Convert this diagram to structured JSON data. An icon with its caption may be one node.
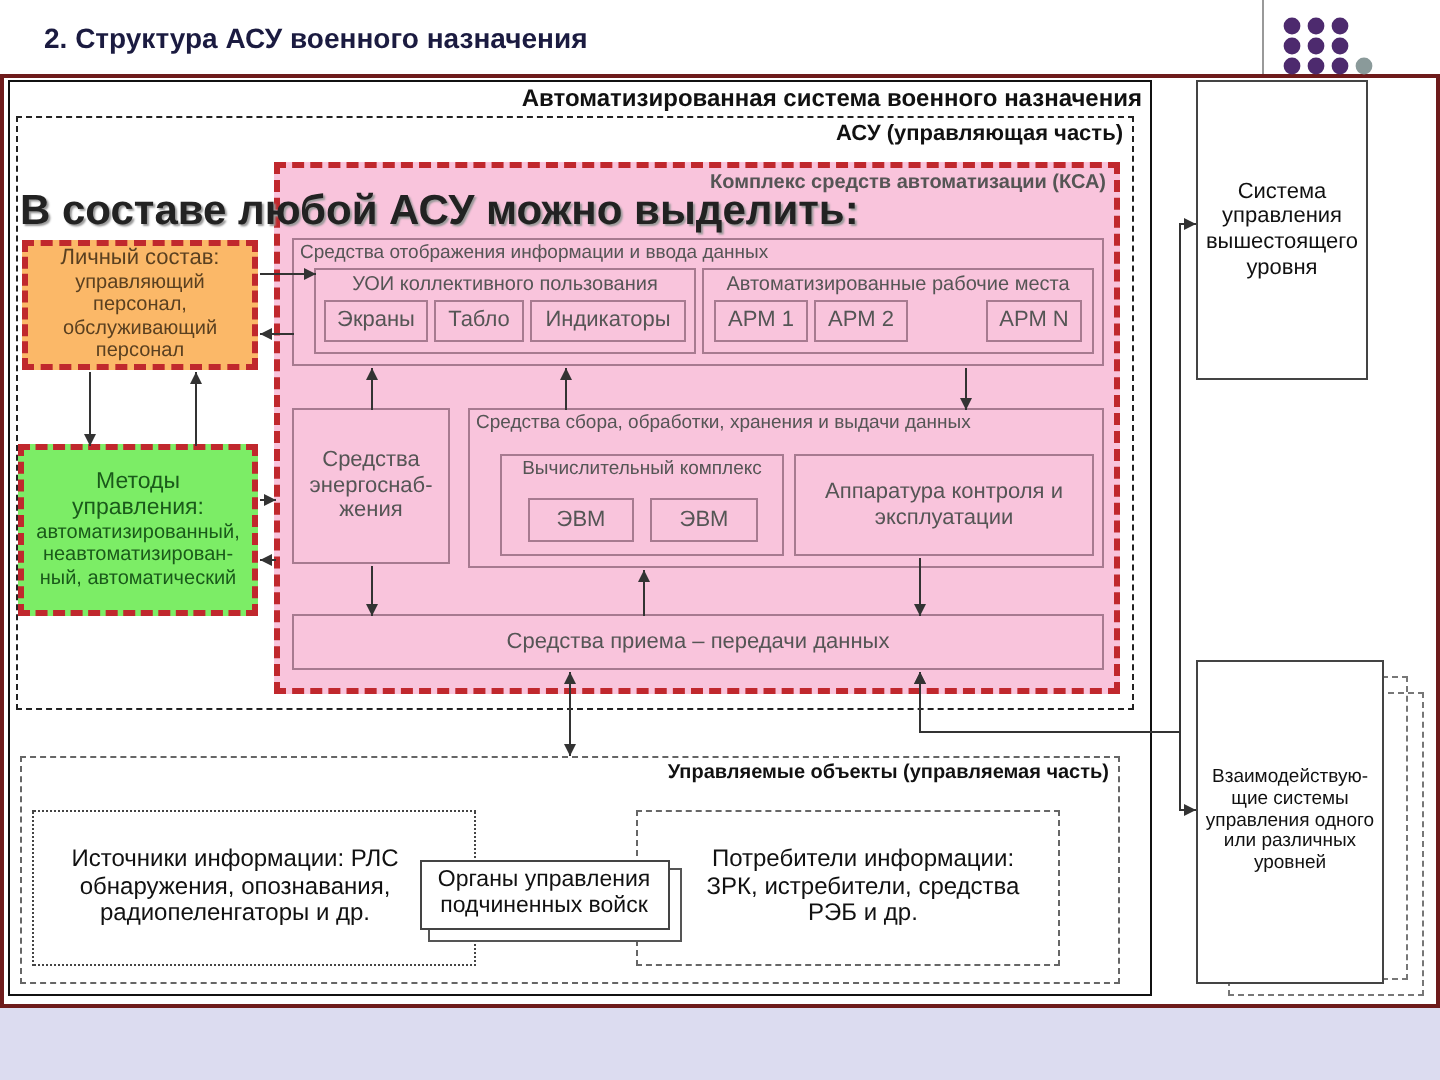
{
  "diagram": {
    "title": "2. Структура АСУ военного назначения",
    "nodes": [
      {
        "text": [
          "Автоматизированная система военного назначения"
        ]
      },
      {
        "text": [
          "АСУ (управляющая часть)"
        ],
        "in": 0
      },
      {
        "text": [
          "Личный состав:",
          "управляющий персонал, обслуживающий персонал"
        ],
        "in": 1
      },
      {
        "text": [
          "Методы управления:",
          "автоматизированный, неавтоматизирован-ный, автоматический"
        ],
        "in": 1
      },
      {
        "text": [
          "Комплекс средств автоматизации (КСА)"
        ],
        "in": 1
      },
      {
        "text": [
          "Средства отображения информации и ввода данных"
        ],
        "in": 4
      },
      {
        "text": [
          "УОИ коллективного пользования"
        ],
        "in": 5
      },
      {
        "text": [
          "Экраны"
        ],
        "in": 6
      },
      {
        "text": [
          "Табло"
        ],
        "in": 6
      },
      {
        "text": [
          "Индикаторы"
        ],
        "in": 6
      },
      {
        "text": [
          "Автоматизированные рабочие места"
        ],
        "in": 5
      },
      {
        "text": [
          "АРМ 1"
        ],
        "in": 10
      },
      {
        "text": [
          "АРМ 2"
        ],
        "in": 10
      },
      {
        "text": [
          "АРМ N"
        ],
        "in": 10
      },
      {
        "text": [
          "Средства энергоснаб-жения"
        ],
        "in": 4
      },
      {
        "text": [
          "Средства сбора, обработки, хранения и выдачи данных"
        ],
        "in": 4
      },
      {
        "text": [
          "Вычислительный комплекс"
        ],
        "in": 15
      },
      {
        "text": [
          "ЭВМ"
        ],
        "in": 16
      },
      {
        "text": [
          "ЭВМ"
        ],
        "in": 16
      },
      {
        "text": [
          "Аппаратура контроля и эксплуатации"
        ],
        "in": 15
      },
      {
        "text": [
          "Средства приема – передачи данных"
        ],
        "in": 4
      },
      {
        "text": [
          "Управляемые объекты (управляемая часть)"
        ],
        "in": 0
      },
      {
        "text": [
          "Источники информации: РЛС обнаружения, опознавания, радиопеленгаторы и др."
        ],
        "in": 21
      },
      {
        "text": [
          "Органы управления подчиненных войск"
        ],
        "in": 21
      },
      {
        "text": [
          "Потребители информации: ЗРК, истребители, средства РЭБ и др."
        ],
        "in": 21
      },
      {
        "text": [
          "Система управления вышестоящего уровня"
        ]
      },
      {
        "text": [
          "Взаимодействую-щие системы управления одного или различных уровней"
        ]
      }
    ],
    "edges": [
      {
        "from": 2,
        "to": 6,
        "arrow": "to"
      },
      {
        "from": 5,
        "to": 2,
        "arrow": "to"
      },
      {
        "from": 2,
        "to": 3,
        "arrow": "to"
      },
      {
        "from": 3,
        "to": 2,
        "arrow": "to"
      },
      {
        "from": 3,
        "to": 4,
        "arrow": "to"
      },
      {
        "from": 4,
        "to": 3,
        "arrow": "to"
      },
      {
        "from": 14,
        "to": 5,
        "arrow": "to"
      },
      {
        "from": 15,
        "to": 5,
        "arrow": "to"
      },
      {
        "from": 5,
        "to": 15,
        "arrow": "to"
      },
      {
        "from": 14,
        "to": 20,
        "arrow": "to"
      },
      {
        "from": 20,
        "to": 15,
        "arrow": "to"
      },
      {
        "from": 19,
        "to": 20,
        "arrow": "to"
      },
      {
        "from": 20,
        "to": 21,
        "arrow": "both"
      },
      {
        "from": 20,
        "to": 25,
        "arrow": "both"
      },
      {
        "from": 20,
        "to": 26,
        "arrow": "both"
      }
    ],
    "labels": [
      "В составе любой АСУ можно выделить:"
    ]
  }
}
